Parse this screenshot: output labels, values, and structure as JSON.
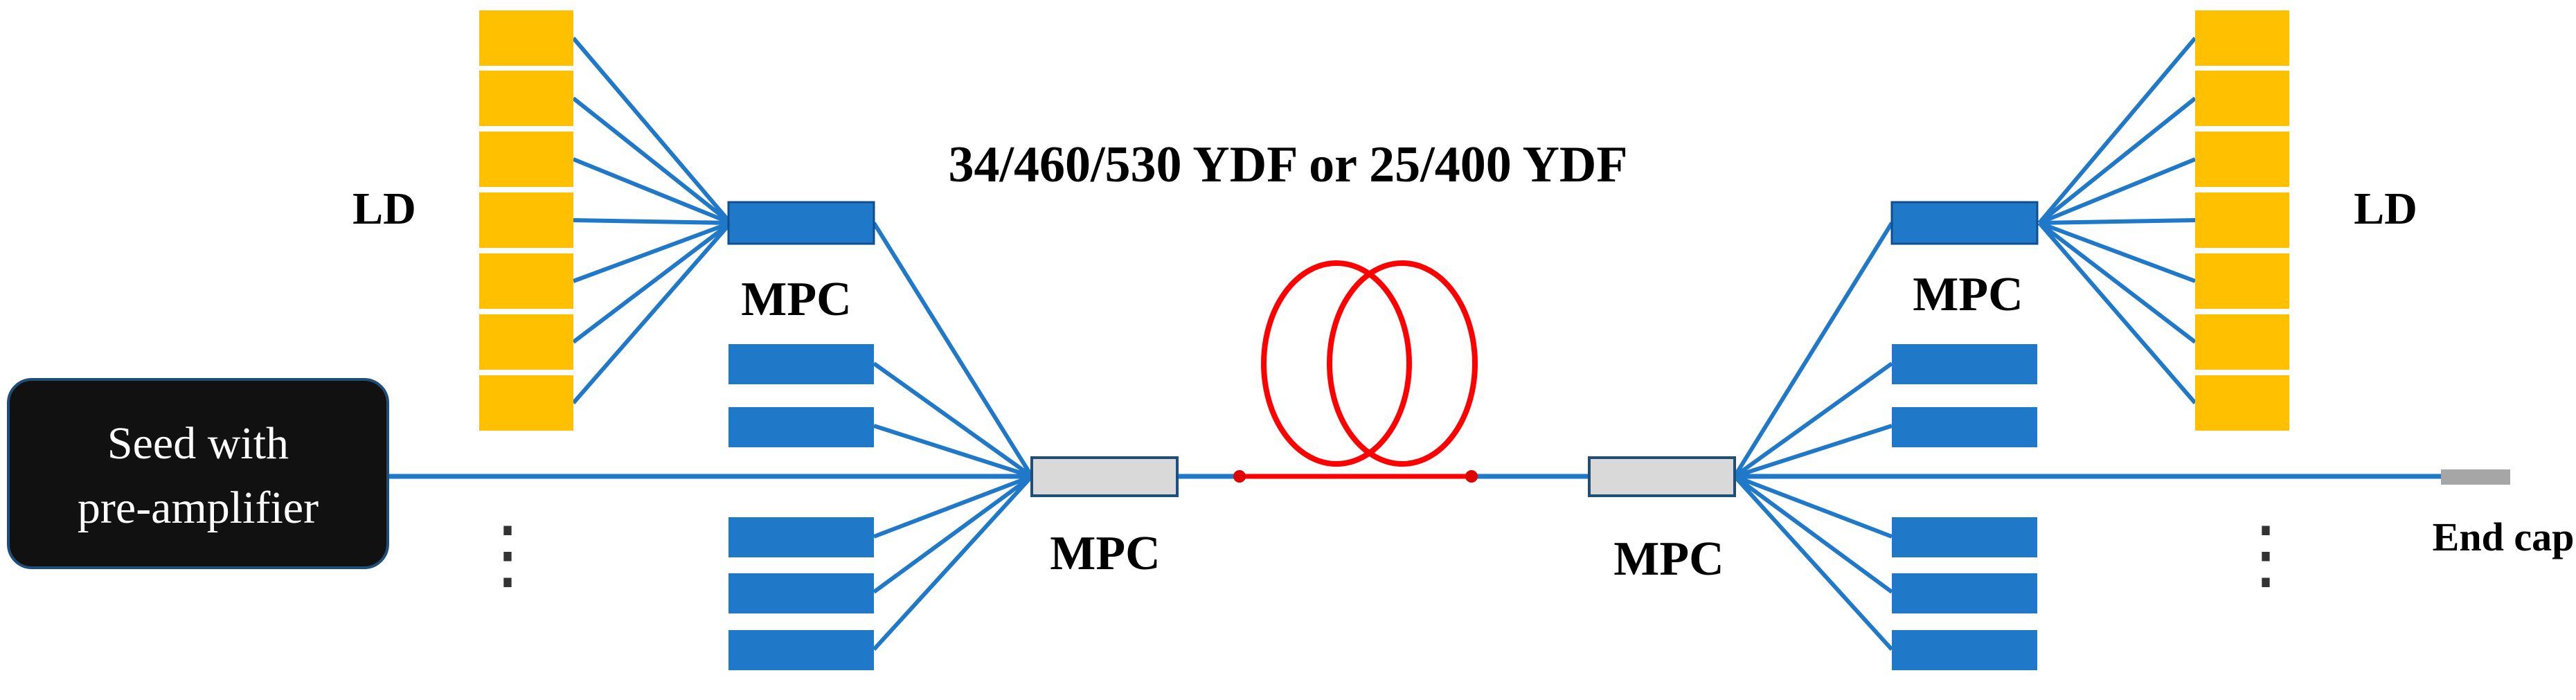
{
  "title": "34/460/530 YDF or 25/400 YDF",
  "seed_label_line1": "Seed with",
  "seed_label_line2": "pre-amplifier",
  "ld_left_label": "LD",
  "ld_right_label": "LD",
  "mpc_left_pump_label": "MPC",
  "mpc_right_pump_label": "MPC",
  "mpc_left_main_label": "MPC",
  "mpc_right_main_label": "MPC",
  "end_cap_label": "End cap",
  "ellipsis_left": "⋮",
  "ellipsis_right": "⋮",
  "colors": {
    "ld_fill": "#FFC000",
    "mpc_fill": "#1F78C8",
    "fiber_line": "#1F78C8",
    "ydf_coil": "#FF0000",
    "main_mpc_fill": "#D9D9D9",
    "seed_box_fill": "#111111",
    "end_cap_fill": "#A6A6A6"
  }
}
